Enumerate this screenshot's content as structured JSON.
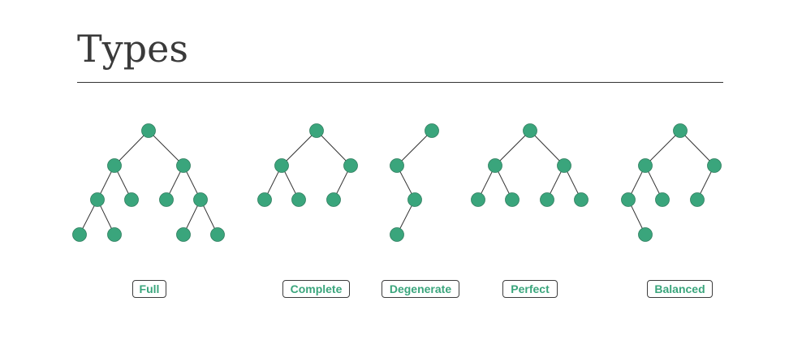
{
  "title": "Types",
  "colors": {
    "node_fill": "#3aa57c",
    "node_stroke": "#2f7d5e",
    "edge": "#333333",
    "label_text": "#3aa57c"
  },
  "trees": [
    {
      "id": "full",
      "label": "Full"
    },
    {
      "id": "complete",
      "label": "Complete"
    },
    {
      "id": "degenerate",
      "label": "Degenerate"
    },
    {
      "id": "perfect",
      "label": "Perfect"
    },
    {
      "id": "balanced",
      "label": "Balanced"
    }
  ]
}
